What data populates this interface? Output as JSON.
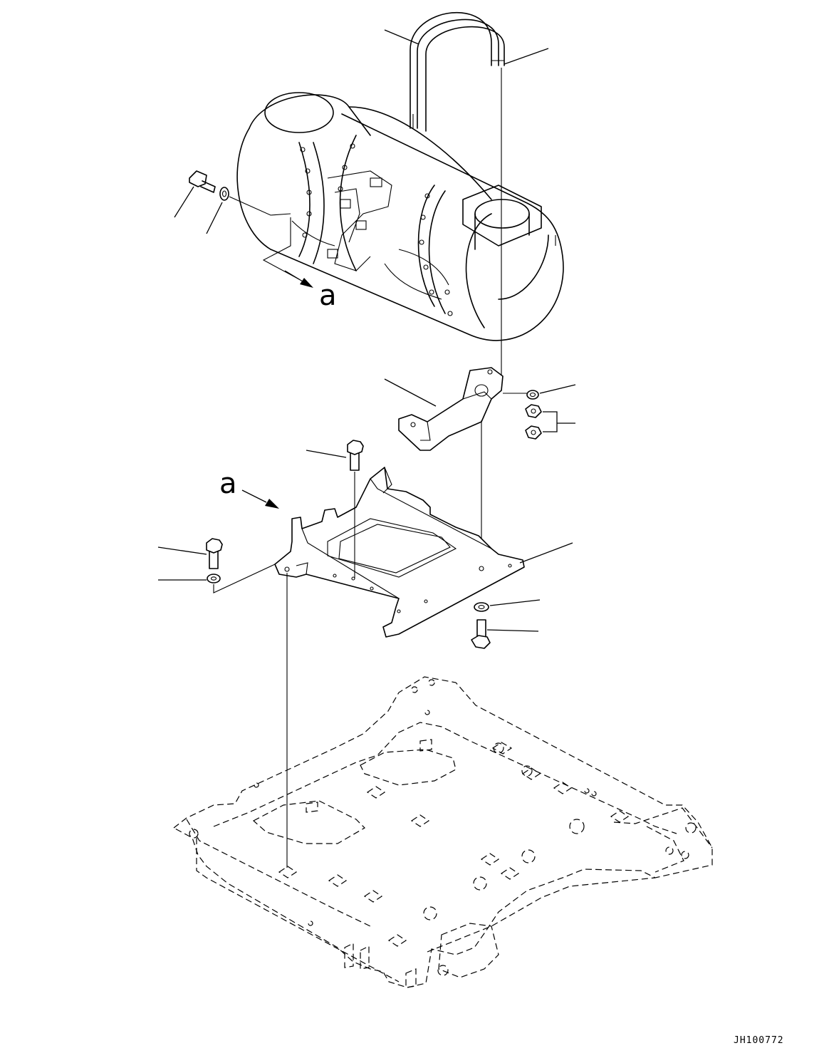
{
  "diagram": {
    "callout_upper": "a",
    "callout_lower": "a",
    "drawing_code": "JH100772"
  }
}
